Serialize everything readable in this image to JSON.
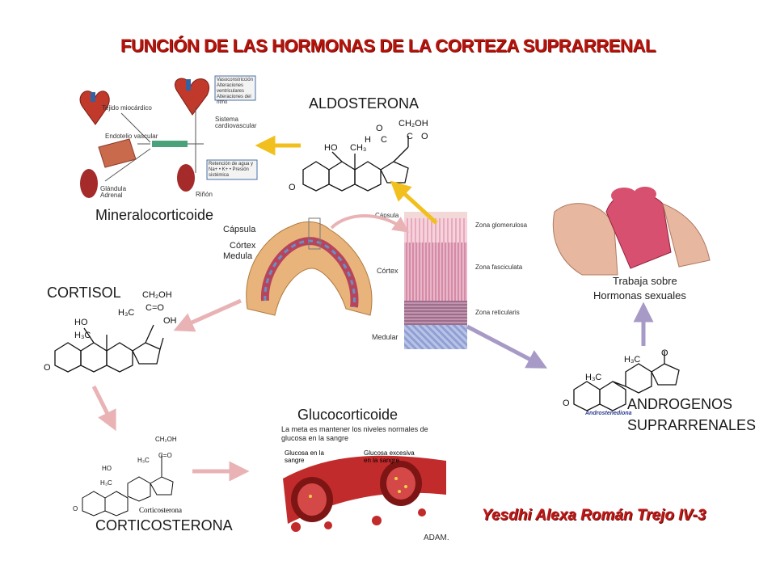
{
  "title": "FUNCIÓN DE LAS HORMONAS DE LA CORTEZA SUPRARRENAL",
  "aldosterona": {
    "label": "ALDOSTERONA"
  },
  "mineralo": {
    "label": "Mineralocorticoide",
    "tejido": "Tejido miocárdico",
    "endotelio": "Endotelio vascular",
    "glandula": "Glándula Adrenal",
    "box1": "Vasoconstricción Alteraciones ventriculares Alteraciones del ritmo",
    "sistema": "Sistema cardiovascular",
    "box2": "Retención de agua y Na+ • K+ • Presión sistémica",
    "rinon": "Riñón"
  },
  "gland": {
    "capsula": "Cápsula",
    "cortex": "Córtex",
    "medula": "Medula"
  },
  "histology": {
    "capsula": "Cápsula",
    "cortex": "Córtex",
    "medular": "Medular",
    "zona1": "Zona glomerulosa",
    "zona2": "Zona fasciculata",
    "zona3": "Zona reticularis"
  },
  "sexual": {
    "line1": "Trabaja sobre",
    "line2": "Hormonas sexuales"
  },
  "cortisol": {
    "label": "CORTISOL"
  },
  "androgenos": {
    "line1": "ANDROGENOS",
    "line2": "SUPRARRENALES",
    "mol": "Androstenediona"
  },
  "gluco": {
    "label": "Glucocorticoide",
    "meta": "La meta es mantener los niveles normales de glucosa en la sangre",
    "g1": "Glucosa en la sangre",
    "g2": "Glucosa excesiva en la sangre",
    "credit": "ADAM."
  },
  "cortico": {
    "label": "CORTICOSTERONA",
    "mol": "Corticosterona"
  },
  "author": "Yesdhi Alexa  Román Trejo IV-3",
  "colors": {
    "yellow": "#f2c01e",
    "pink": "#e9b3b5",
    "purple": "#a79ac6",
    "title": "#b5140c"
  }
}
